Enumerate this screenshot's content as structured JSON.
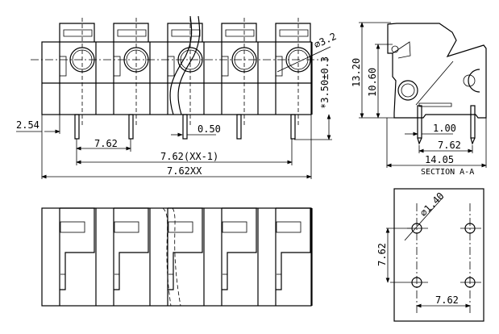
{
  "front_view": {
    "dim_pitch_offset": "2.54",
    "dim_pitch": "7.62",
    "dim_span": "7.62(XX-1)",
    "dim_total": "7.62XX",
    "dim_pin_width": "0.50",
    "dim_pin_height": "*3.50±0.3",
    "dim_hole": "⌀3.2"
  },
  "section_view": {
    "dim_height": "13.20",
    "dim_body_height": "10.60",
    "dim_pin_width": "1.00",
    "dim_pitch": "7.62",
    "dim_width": "14.05",
    "label": "SECTION A-A"
  },
  "hole_pattern": {
    "dim_hole": "⌀1.40",
    "dim_vertical": "7.62",
    "dim_horizontal": "7.62"
  }
}
